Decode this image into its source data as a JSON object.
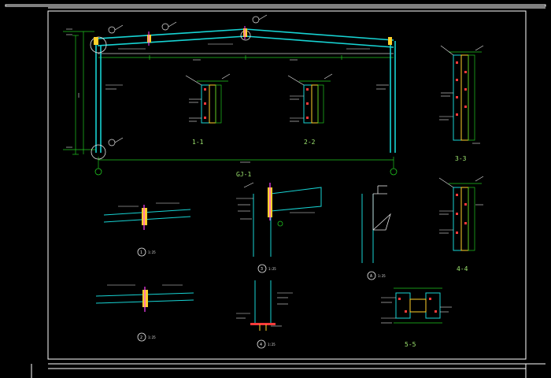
{
  "frame_title": "GJ-1",
  "section_labels": [
    "1-1",
    "2-2",
    "3-3",
    "4-4",
    "5-5"
  ],
  "detail_numbers": [
    "1",
    "2",
    "3",
    "4",
    "A"
  ],
  "scale_text": "1:25",
  "colors": {
    "background": "#000000",
    "frame_line": "#ffffff",
    "column": "#17d3d3",
    "rafter": "#17d3d3",
    "dim_line": "#20c820",
    "leader": "#e6e6e6",
    "weld_marker": "#ff3a3a",
    "plate": "#ffd02a",
    "bolt": "#ff40ff",
    "label": "#9fe870"
  },
  "icons": [
    "grid-axis-bubble-icon",
    "section-mark-icon",
    "weld-symbol-icon"
  ]
}
